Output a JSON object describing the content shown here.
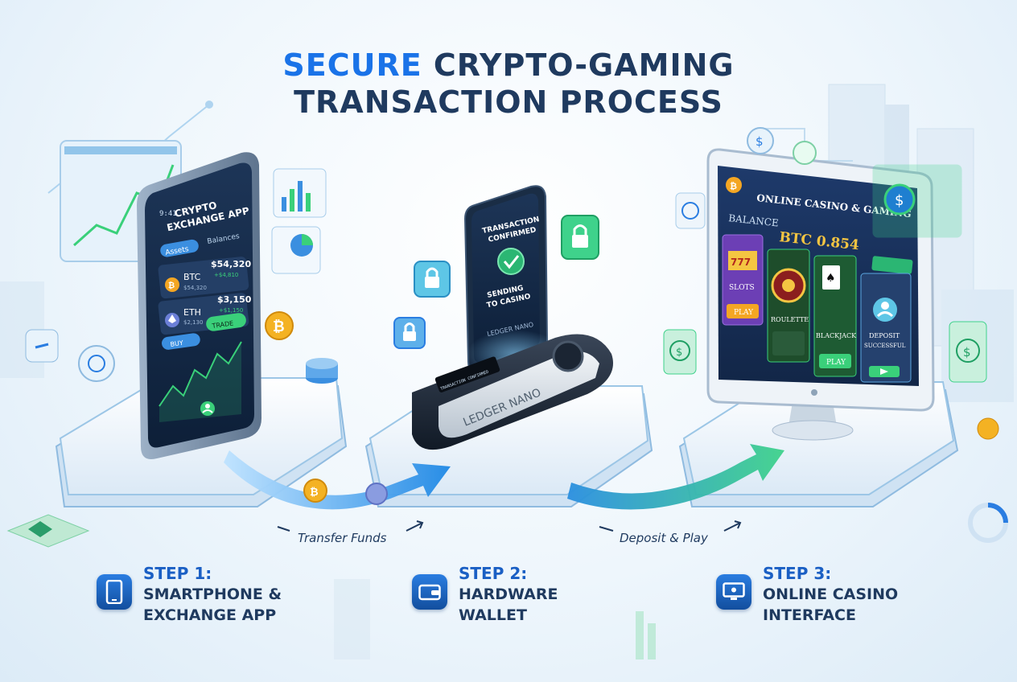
{
  "title": {
    "accent": "SECURE",
    "rest_line1": " CRYPTO-GAMING",
    "line2": "TRANSACTION PROCESS"
  },
  "colors": {
    "accent_blue": "#1a73e8",
    "navy": "#1f3a5f",
    "green": "#3ad07a",
    "gold": "#f4a623"
  },
  "phone": {
    "app_title": "CRYPTO\nEXCHANGE APP",
    "time": "9:41",
    "tab_active": "Assets",
    "tab_other": "Balances",
    "assets": [
      {
        "symbol": "BTC",
        "sub": "$54,320",
        "value": "$54,320",
        "change": "+$4,810"
      },
      {
        "symbol": "ETH",
        "sub": "$2,130",
        "value": "$3,150",
        "change": "+$1,150"
      }
    ],
    "trade_button": "TRADE",
    "buy_button": "BUY"
  },
  "confirm_card": {
    "line1": "TRANSACTION",
    "line2": "CONFIRMED",
    "line3": "SENDING",
    "line4": "TO CASINO",
    "footer": "LEDGER NANO"
  },
  "ledger": {
    "label": "LEDGER NANO",
    "screen": "TRANSACTION CONFIRMED"
  },
  "casino": {
    "title": "ONLINE CASINO & GAMING",
    "balance_label": "BALANCE",
    "balance_value": "BTC 0.854",
    "games": [
      "SLOTS",
      "ROULETTE",
      "BLACKJACK"
    ],
    "play_label": "PLAY",
    "deposit_line1": "DEPOSIT",
    "deposit_line2": "SUCCESSFUL"
  },
  "captions": {
    "transfer": "Transfer Funds",
    "deposit": "Deposit & Play"
  },
  "steps": [
    {
      "num": "STEP 1:",
      "label1": "SMARTPHONE &",
      "label2": "EXCHANGE APP",
      "icon": "smartphone-icon"
    },
    {
      "num": "STEP 2:",
      "label1": "HARDWARE",
      "label2": "WALLET",
      "icon": "wallet-icon"
    },
    {
      "num": "STEP 3:",
      "label1": "ONLINE CASINO",
      "label2": "INTERFACE",
      "icon": "monitor-icon"
    }
  ]
}
